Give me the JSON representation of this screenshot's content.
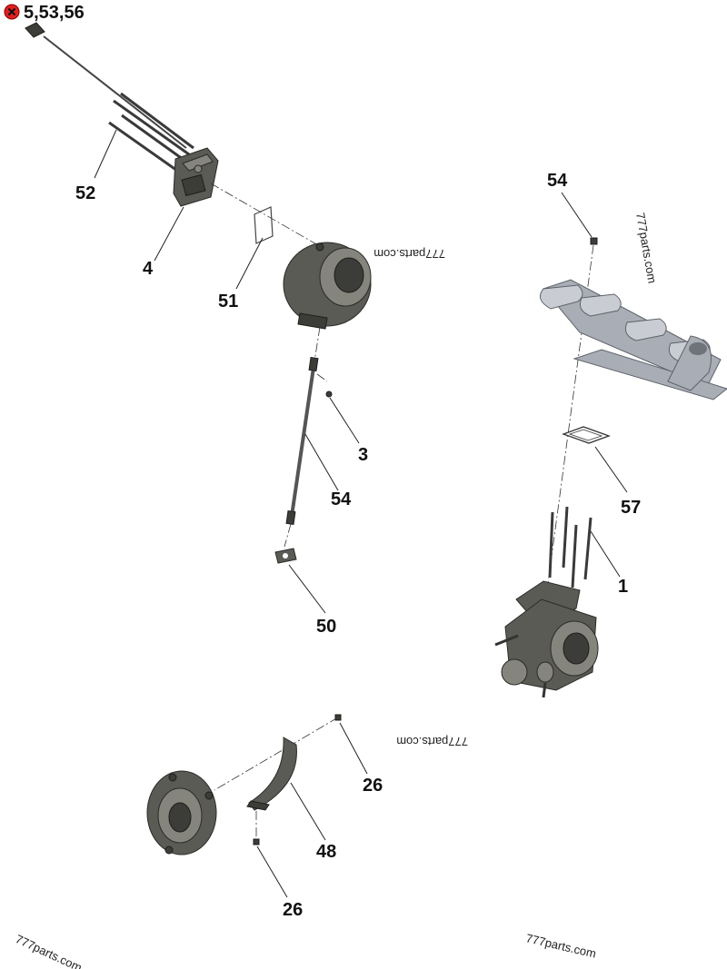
{
  "header": {
    "ref_label": "5,53,56"
  },
  "callouts": {
    "c52": "52",
    "c4": "4",
    "c51": "51",
    "c54_top": "54",
    "c3": "3",
    "c54_mid": "54",
    "c57": "57",
    "c1": "1",
    "c50": "50",
    "c26_top": "26",
    "c48": "48",
    "c26_bottom": "26"
  },
  "watermarks": {
    "w1": "777parts.com",
    "w2": "777parts.com",
    "w3": "777parts.com",
    "w4": "777parts.com",
    "w5": "777parts.com"
  },
  "icons": {
    "ref_marker": "remove-x-icon"
  },
  "colors": {
    "marker": "#e02020",
    "manifold": "#a9aeb6",
    "parts": "#5b5b55"
  }
}
